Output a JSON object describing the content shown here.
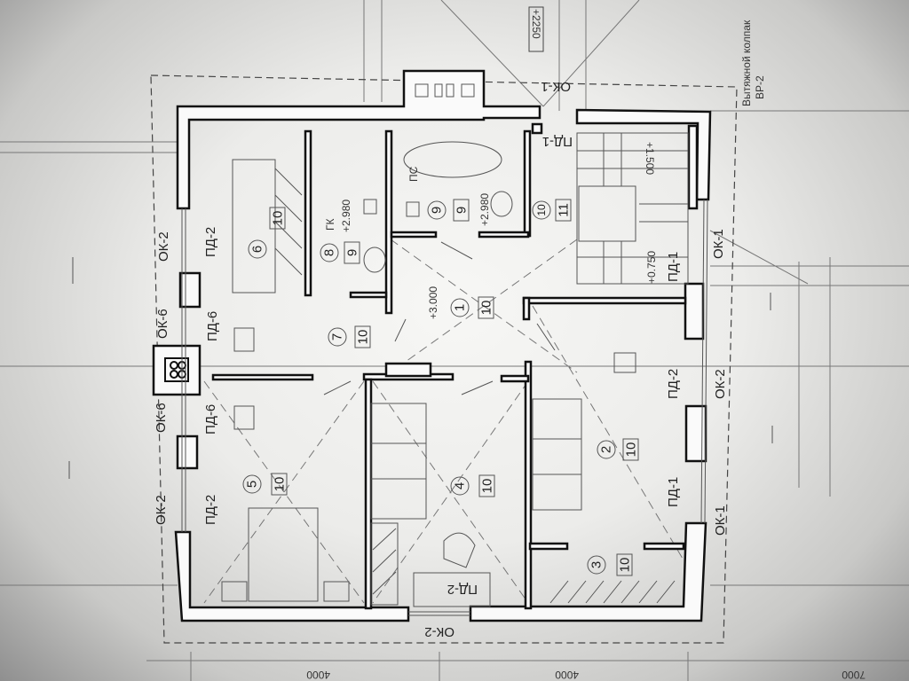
{
  "plan": {
    "rooms": [
      {
        "number": "1",
        "mark": "10"
      },
      {
        "number": "2",
        "mark": "10"
      },
      {
        "number": "3",
        "mark": "10"
      },
      {
        "number": "4",
        "mark": "10"
      },
      {
        "number": "5",
        "mark": "10"
      },
      {
        "number": "6",
        "mark": "10"
      },
      {
        "number": "7",
        "mark": "10"
      },
      {
        "number": "8",
        "mark": "9"
      },
      {
        "number": "9",
        "mark": "9"
      },
      {
        "number": "10",
        "mark": "11"
      }
    ],
    "openings": {
      "left_ok2_top": "ОК-2",
      "left_pd2_top": "ПД-2",
      "left_ok6_top": "ОК-6",
      "left_pd6_top": "ПД-6",
      "left_ok6_bot": "ОК-6",
      "left_pd6_bot": "ПД-6",
      "left_ok2_bot": "ОК-2",
      "left_pd2_bot": "ПД-2",
      "top_ok1": "ОК-1",
      "top_pd1": "ПД-1",
      "right_ok1_top": "ОК-1",
      "right_pd1_top": "ПД-1",
      "right_pd2": "ПД-2",
      "right_ok2": "ОК-2",
      "right_pd1_bot": "ПД-1",
      "right_ok1_bot": "ОК-1",
      "bottom_pd2": "ПД-2",
      "bottom_ok2": "ОК-2"
    },
    "elevations": {
      "top": "+2250",
      "stair_upper": "+1.500",
      "stair_lower": "+0.750",
      "room8": "+2.980",
      "room9": "+2.980",
      "hall": "+3.000"
    },
    "fixture_labels": {
      "gk": "ГК",
      "ps": "ПС"
    },
    "dimensions": [
      "4000",
      "4000",
      "7000"
    ],
    "note": {
      "line1": "Вытяжной колпак",
      "line2": "ВР-2"
    }
  }
}
